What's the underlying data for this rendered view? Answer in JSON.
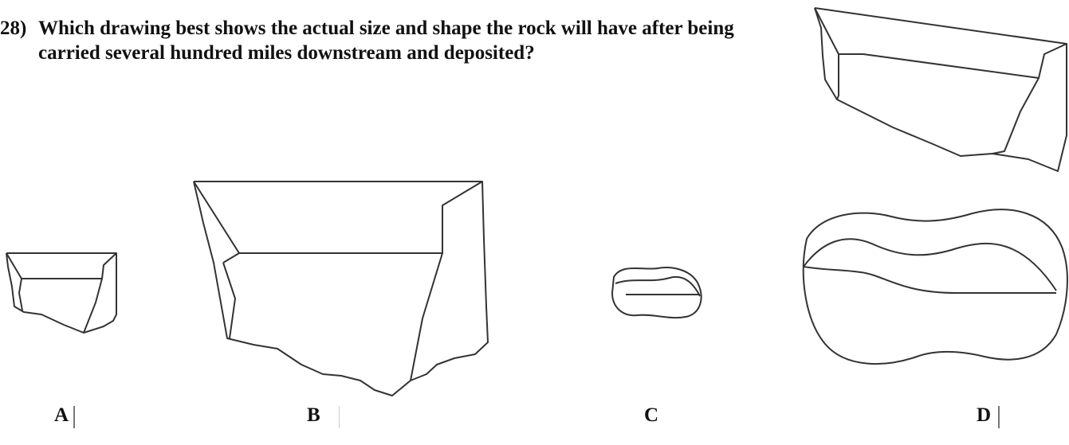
{
  "question": {
    "number": "28)",
    "text": "Which drawing best shows the actual size and shape the rock will have after being carried several hundred miles downstream and deposited?"
  },
  "figures": {
    "original_rock": {
      "description_icon": "angular-rock-original"
    },
    "choices": [
      {
        "label": "A",
        "shape": "angular-small"
      },
      {
        "label": "B",
        "shape": "angular-large"
      },
      {
        "label": "C",
        "shape": "rounded-small"
      },
      {
        "label": "D",
        "shape": "rounded-large"
      }
    ]
  },
  "colors": {
    "stroke": "#333333",
    "text": "#111111"
  }
}
